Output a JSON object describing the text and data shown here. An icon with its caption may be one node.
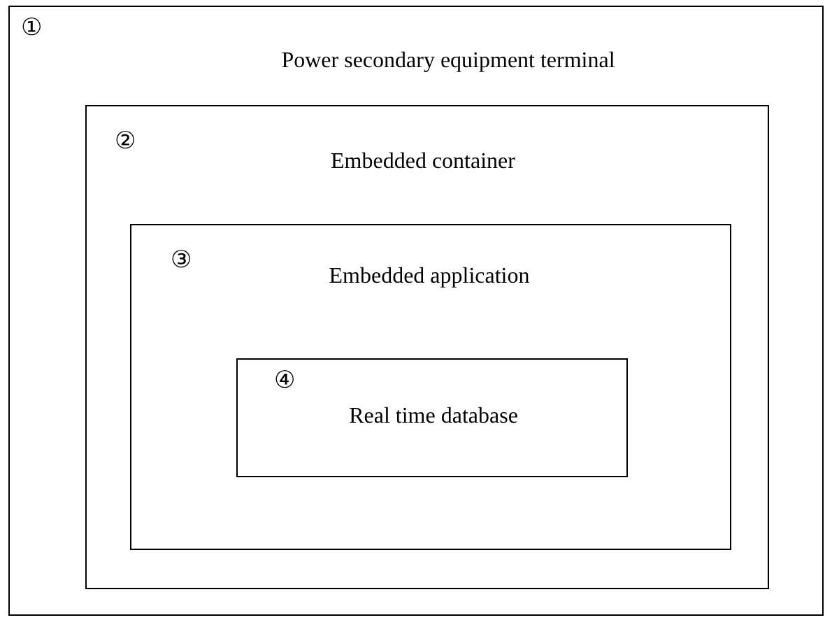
{
  "diagram": {
    "nodes": [
      {
        "text": [
          "①",
          "Power secondary equipment terminal"
        ]
      },
      {
        "text": [
          "②",
          "Embedded container"
        ],
        "in": 0
      },
      {
        "text": [
          "③",
          "Embedded application"
        ],
        "in": 1
      },
      {
        "text": [
          "④",
          "Real time database"
        ],
        "in": 2
      }
    ]
  }
}
